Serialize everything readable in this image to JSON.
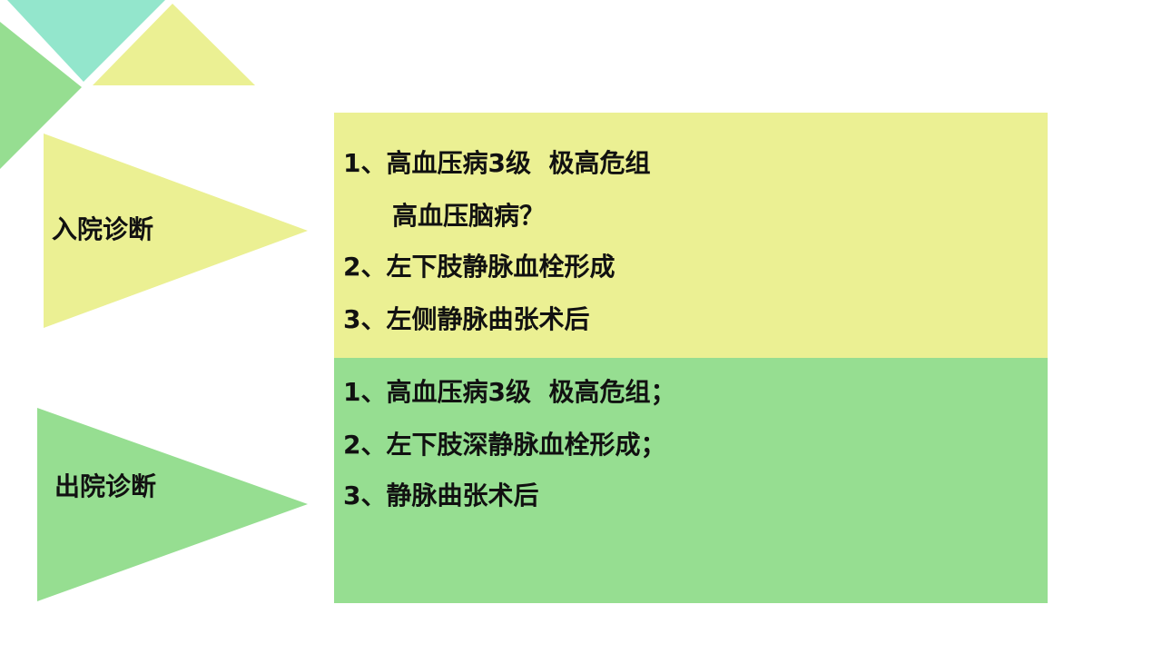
{
  "colors": {
    "yellow": "#ebf093",
    "green": "#96de91",
    "teal": "#93e6cc"
  },
  "admission": {
    "label": "入院诊断",
    "items": [
      "1、高血压病3级  极高危组",
      "高血压脑病？",
      "2、左下肢静脉血栓形成",
      "3、左侧静脉曲张术后"
    ]
  },
  "discharge": {
    "label": "出院诊断",
    "items": [
      "1、高血压病3级  极高危组；",
      "2、左下肢深静脉血栓形成；",
      "3、静脉曲张术后"
    ]
  }
}
